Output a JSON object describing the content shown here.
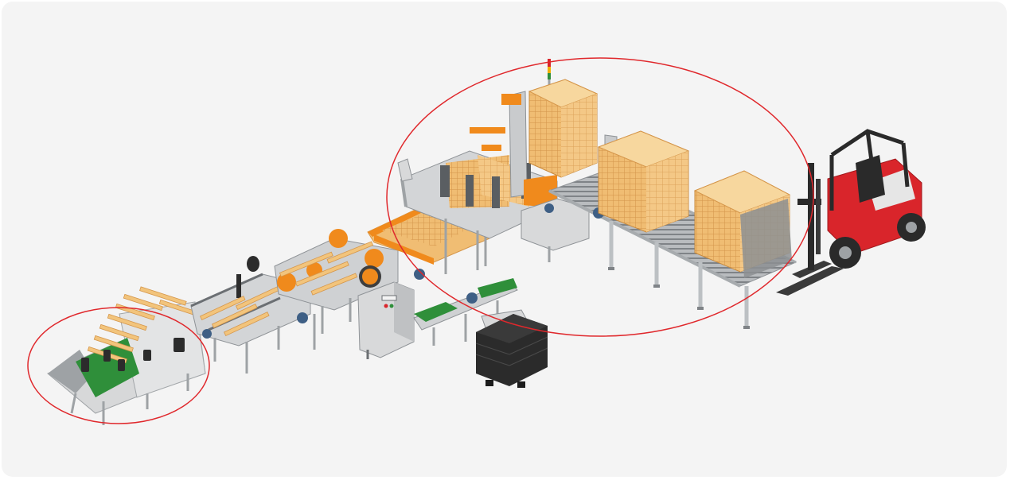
{
  "figure": {
    "description_alt": "",
    "colors": {
      "background": "#f4f4f4",
      "highlight_ellipse": "#e0282c",
      "frame_steel": "#c9cbcd",
      "frame_steel_dark": "#8f9397",
      "wood": "#f2c47c",
      "wood_dark": "#d99a4b",
      "orange_parts": "#f08a1c",
      "green_belt": "#2f8f3a",
      "motor_blue": "#3e5f85",
      "forklift_red": "#d9252b",
      "forklift_dark": "#2a2a2a",
      "box_black": "#2b2b2b",
      "cabinet_grey": "#d8d9da"
    },
    "highlights": [
      {
        "id": "infeed-area"
      },
      {
        "id": "stacking-output-area"
      }
    ],
    "components": [
      {
        "id": "infeed-hopper",
        "icon": "hopper-icon"
      },
      {
        "id": "transfer-chain-conveyor",
        "icon": "chain-conveyor-icon"
      },
      {
        "id": "cross-cut-saw",
        "icon": "saw-icon"
      },
      {
        "id": "control-cabinet",
        "icon": "cabinet-icon"
      },
      {
        "id": "waste-conveyor",
        "icon": "conveyor-icon"
      },
      {
        "id": "waste-bin",
        "icon": "bin-icon"
      },
      {
        "id": "outfeed-belt",
        "icon": "belt-icon"
      },
      {
        "id": "stacker",
        "icon": "stacker-icon"
      },
      {
        "id": "signal-tower",
        "icon": "signal-light-icon"
      },
      {
        "id": "roller-conveyor",
        "icon": "roller-conveyor-icon"
      },
      {
        "id": "stack-1",
        "icon": "lumber-stack-icon"
      },
      {
        "id": "stack-2",
        "icon": "lumber-stack-icon"
      },
      {
        "id": "stack-3",
        "icon": "lumber-stack-icon"
      },
      {
        "id": "forklift",
        "icon": "forklift-icon"
      }
    ]
  }
}
